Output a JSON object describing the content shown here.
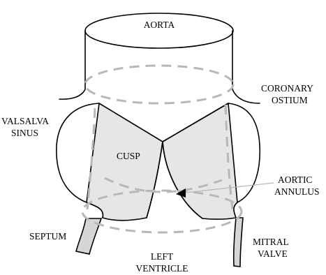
{
  "labels": {
    "aorta": "AORTA",
    "coronary_ostium": [
      "CORONARY",
      "OSTIUM"
    ],
    "valsalva_sinus": [
      "VALSALVA",
      "SINUS"
    ],
    "cusp": "CUSP",
    "aortic_annulus": [
      "AORTIC",
      "ANNULUS"
    ],
    "septum": "SEPTUM",
    "mitral_valve": [
      "MITRAL",
      "VALVE"
    ],
    "left_ventricle": [
      "LEFT",
      "VENTRICLE"
    ]
  },
  "colors": {
    "outline": "#000000",
    "dashed_ring": "#b8b8b8",
    "cusp_fill": "#e6e6e6",
    "wall_fill": "#d6d6d6"
  }
}
